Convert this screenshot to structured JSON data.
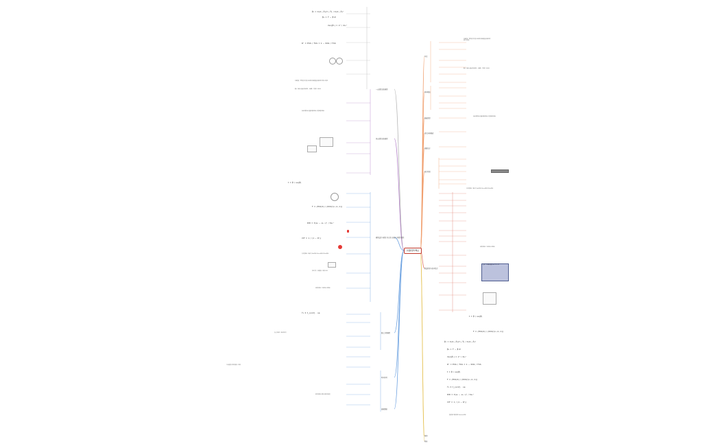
{
  "root": {
    "label": "计量经济学笔记"
  },
  "colors": {
    "orange": "#f0a070",
    "red": "#e07a6a",
    "purple": "#b07cc6",
    "blue": "#6aa0e0",
    "yellow": "#e6c45a",
    "gray": "#b5b5b5",
    "green": "#7cc08a"
  },
  "left_branches": [
    {
      "id": "lb1",
      "label": "一元线性回归模型",
      "color": "gray"
    },
    {
      "id": "lb2",
      "label": "多元线性回归模型",
      "color": "purple"
    },
    {
      "id": "lb3",
      "label": "模型设定与检验 异方差 自相关 多重共线性",
      "color": "blue"
    },
    {
      "id": "lb4",
      "label": "联立方程模型",
      "color": "blue"
    },
    {
      "id": "lb5",
      "label": "时间序列",
      "color": "blue"
    },
    {
      "id": "lb6",
      "label": "面板数据",
      "color": "blue"
    }
  ],
  "right_branches": [
    {
      "id": "rb1",
      "label": "导论",
      "color": "orange"
    },
    {
      "id": "rb2",
      "label": "基本概念",
      "color": "orange"
    },
    {
      "id": "rb3",
      "label": "数据类型",
      "color": "orange"
    },
    {
      "id": "rb4",
      "label": "回归分析概述",
      "color": "orange"
    },
    {
      "id": "rb5",
      "label": "参数估计",
      "color": "orange"
    },
    {
      "id": "rb6",
      "label": "统计检验",
      "color": "orange"
    },
    {
      "id": "rb7",
      "label": "假设检验与区间估计",
      "color": "red"
    },
    {
      "id": "rb8",
      "label": "预测",
      "color": "yellow"
    },
    {
      "id": "rb9",
      "label": "附录",
      "color": "yellow"
    }
  ],
  "formulas": {
    "f1": "β̂₁ = Σ(Xᵢ−X̄)(Yᵢ−Ȳ) / Σ(Xᵢ−X̄)²",
    "f2": "β̂₀ = Ȳ − β̂₁X̄",
    "f3": "Var(β̂₁) = σ² / Σxᵢ²",
    "f4": "R² = ESS / TSS = 1 − RSS / TSS",
    "f5": "t = β̂ / se(β̂)",
    "f6": "F = (ESS/k) / (RSS/(n−k−1))",
    "f7": "Ŷ₀ ± t_{α/2} · se",
    "f8": "DW = Σ(eₜ − eₜ₋₁)² / Σeₜ²",
    "f9": "VIF = 1 / (1 − R²ⱼ)"
  },
  "notes": {
    "n1": "古典假定：零均值 同方差 无自相关 解释变量与随机项不相关 正态性",
    "n2": "最小二乘估计量具有线性性、无偏性、有效性（BLUE）",
    "n3": "拟合优度检验 变量显著性检验 方程显著性检验",
    "n4": "异方差检验：图示法 Park检验 Gleiser检验 White检验",
    "n5": "修正方法：加权最小二乘法 WLS",
    "n6": "自相关检验：DW检验 LM检验",
    "n7": "多重共线性：逐步回归法",
    "n8": "工具变量法 两阶段最小二乘法",
    "n9": "单位根检验 协整 误差修正模型",
    "n10": "固定效应 随机效应 Hausman检验"
  },
  "highlight_box": {
    "text": "重点：OLS估计量 β̂ = (X'X)⁻¹X'Y"
  }
}
